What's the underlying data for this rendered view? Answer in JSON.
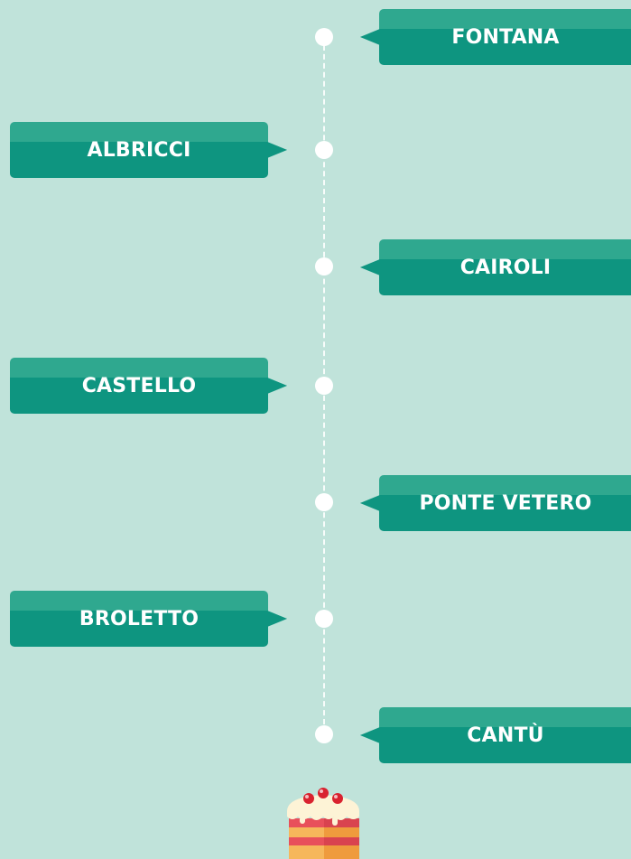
{
  "timeline": {
    "items": [
      {
        "label": "FONTANA",
        "side": "right"
      },
      {
        "label": "ALBRICCI",
        "side": "left"
      },
      {
        "label": "CAIROLI",
        "side": "right"
      },
      {
        "label": "CASTELLO",
        "side": "left"
      },
      {
        "label": "PONTE VETERO",
        "side": "right"
      },
      {
        "label": "BROLETTO",
        "side": "left"
      },
      {
        "label": "CANTÙ",
        "side": "right"
      }
    ]
  },
  "colors": {
    "background": "#c0e3da",
    "flag_top": "#2fa88f",
    "flag_bottom": "#0e9580",
    "node": "#ffffff",
    "label_text": "#ffffff"
  },
  "icons": {
    "bottom": "cake-icon"
  }
}
